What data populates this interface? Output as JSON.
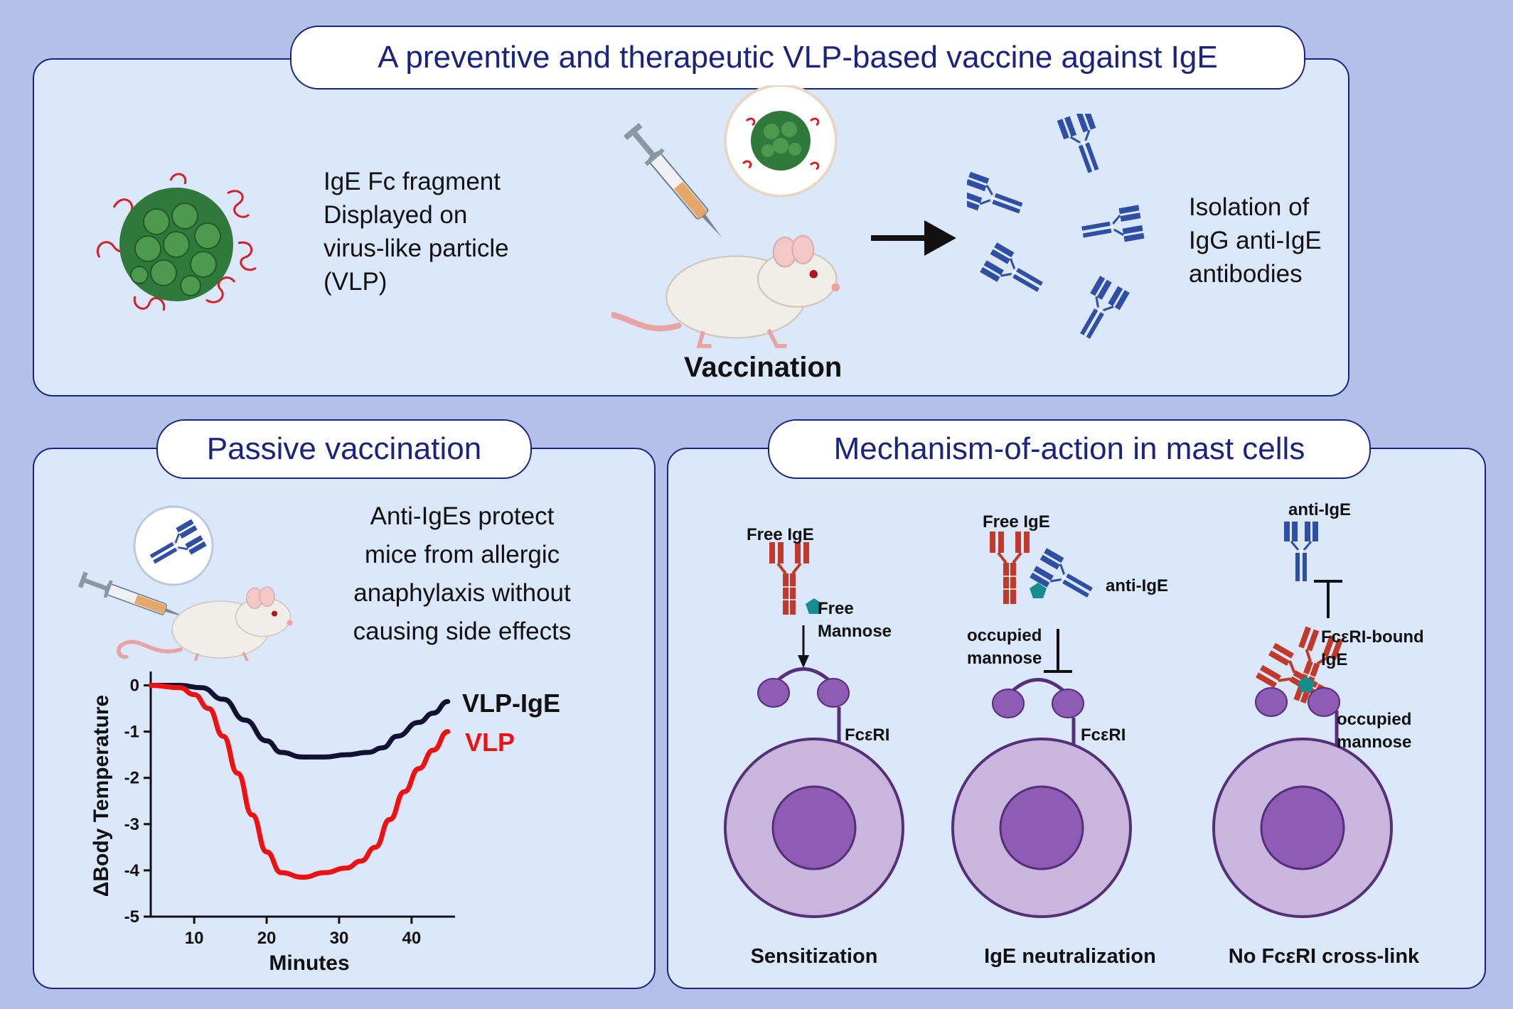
{
  "title": "A preventive and therapeutic VLP-based vaccine against IgE",
  "top": {
    "vlp_label": [
      "IgE Fc fragment",
      "Displayed on",
      "virus-like particle",
      "(VLP)"
    ],
    "vaccination": "Vaccination",
    "isolation": [
      "Isolation of",
      "IgG anti-IgE",
      "antibodies"
    ]
  },
  "passive": {
    "title": "Passive vaccination",
    "text": [
      "Anti-IgEs protect",
      "mice from allergic",
      "anaphylaxis without",
      "causing side effects"
    ]
  },
  "chart_data": {
    "type": "line",
    "xlabel": "Minutes",
    "ylabel": "ΔBody Temperature",
    "xlim": [
      4,
      46
    ],
    "ylim": [
      -5,
      0.3
    ],
    "xticks": [
      10,
      20,
      30,
      40
    ],
    "yticks": [
      0,
      -1,
      -2,
      -3,
      -4,
      -5
    ],
    "grid": false,
    "legend": "right",
    "series": [
      {
        "name": "VLP-IgE",
        "color": "#111133",
        "x": [
          4,
          8,
          11,
          14,
          17,
          20,
          22,
          25,
          28,
          31,
          34,
          36,
          38,
          41,
          43,
          45
        ],
        "y": [
          0,
          0,
          -0.05,
          -0.3,
          -0.75,
          -1.2,
          -1.45,
          -1.55,
          -1.55,
          -1.5,
          -1.45,
          -1.35,
          -1.1,
          -0.8,
          -0.6,
          -0.35
        ]
      },
      {
        "name": "VLP",
        "color": "#ee1111",
        "x": [
          4,
          8,
          10,
          12,
          14,
          16,
          18,
          20,
          22,
          25,
          28,
          31,
          33,
          35,
          37,
          39,
          41,
          43,
          45
        ],
        "y": [
          0,
          -0.05,
          -0.2,
          -0.5,
          -1.1,
          -1.9,
          -2.8,
          -3.6,
          -4.05,
          -4.15,
          -4.05,
          -3.95,
          -3.8,
          -3.5,
          -2.9,
          -2.3,
          -1.8,
          -1.4,
          -1.0
        ]
      }
    ]
  },
  "mechanism": {
    "title": "Mechanism-of-action in mast cells",
    "col1": {
      "free_ige": "Free IgE",
      "free": "Free",
      "mannose": "Mannose",
      "fceri": "FcεRI",
      "caption": "Sensitization"
    },
    "col2": {
      "free_ige": "Free IgE",
      "anti_ige": "anti-IgE",
      "occupied": "occupied",
      "mannose": "mannose",
      "fceri": "FcεRI",
      "caption": "IgE neutralization"
    },
    "col3": {
      "anti_ige": "anti-IgE",
      "bound1": "FcεRI-bound",
      "bound2": "IgE",
      "occupied": "occupied",
      "mannose": "mannose",
      "caption": "No FcεRI cross-link"
    }
  },
  "colors": {
    "border": "#1a2380",
    "panel": "#dbe7fb",
    "background": "#b3c0e8",
    "ige": "#c0392b",
    "igg": "#2e4fa3",
    "receptor": "#8e5bb5",
    "cell": "#c9b6df"
  }
}
